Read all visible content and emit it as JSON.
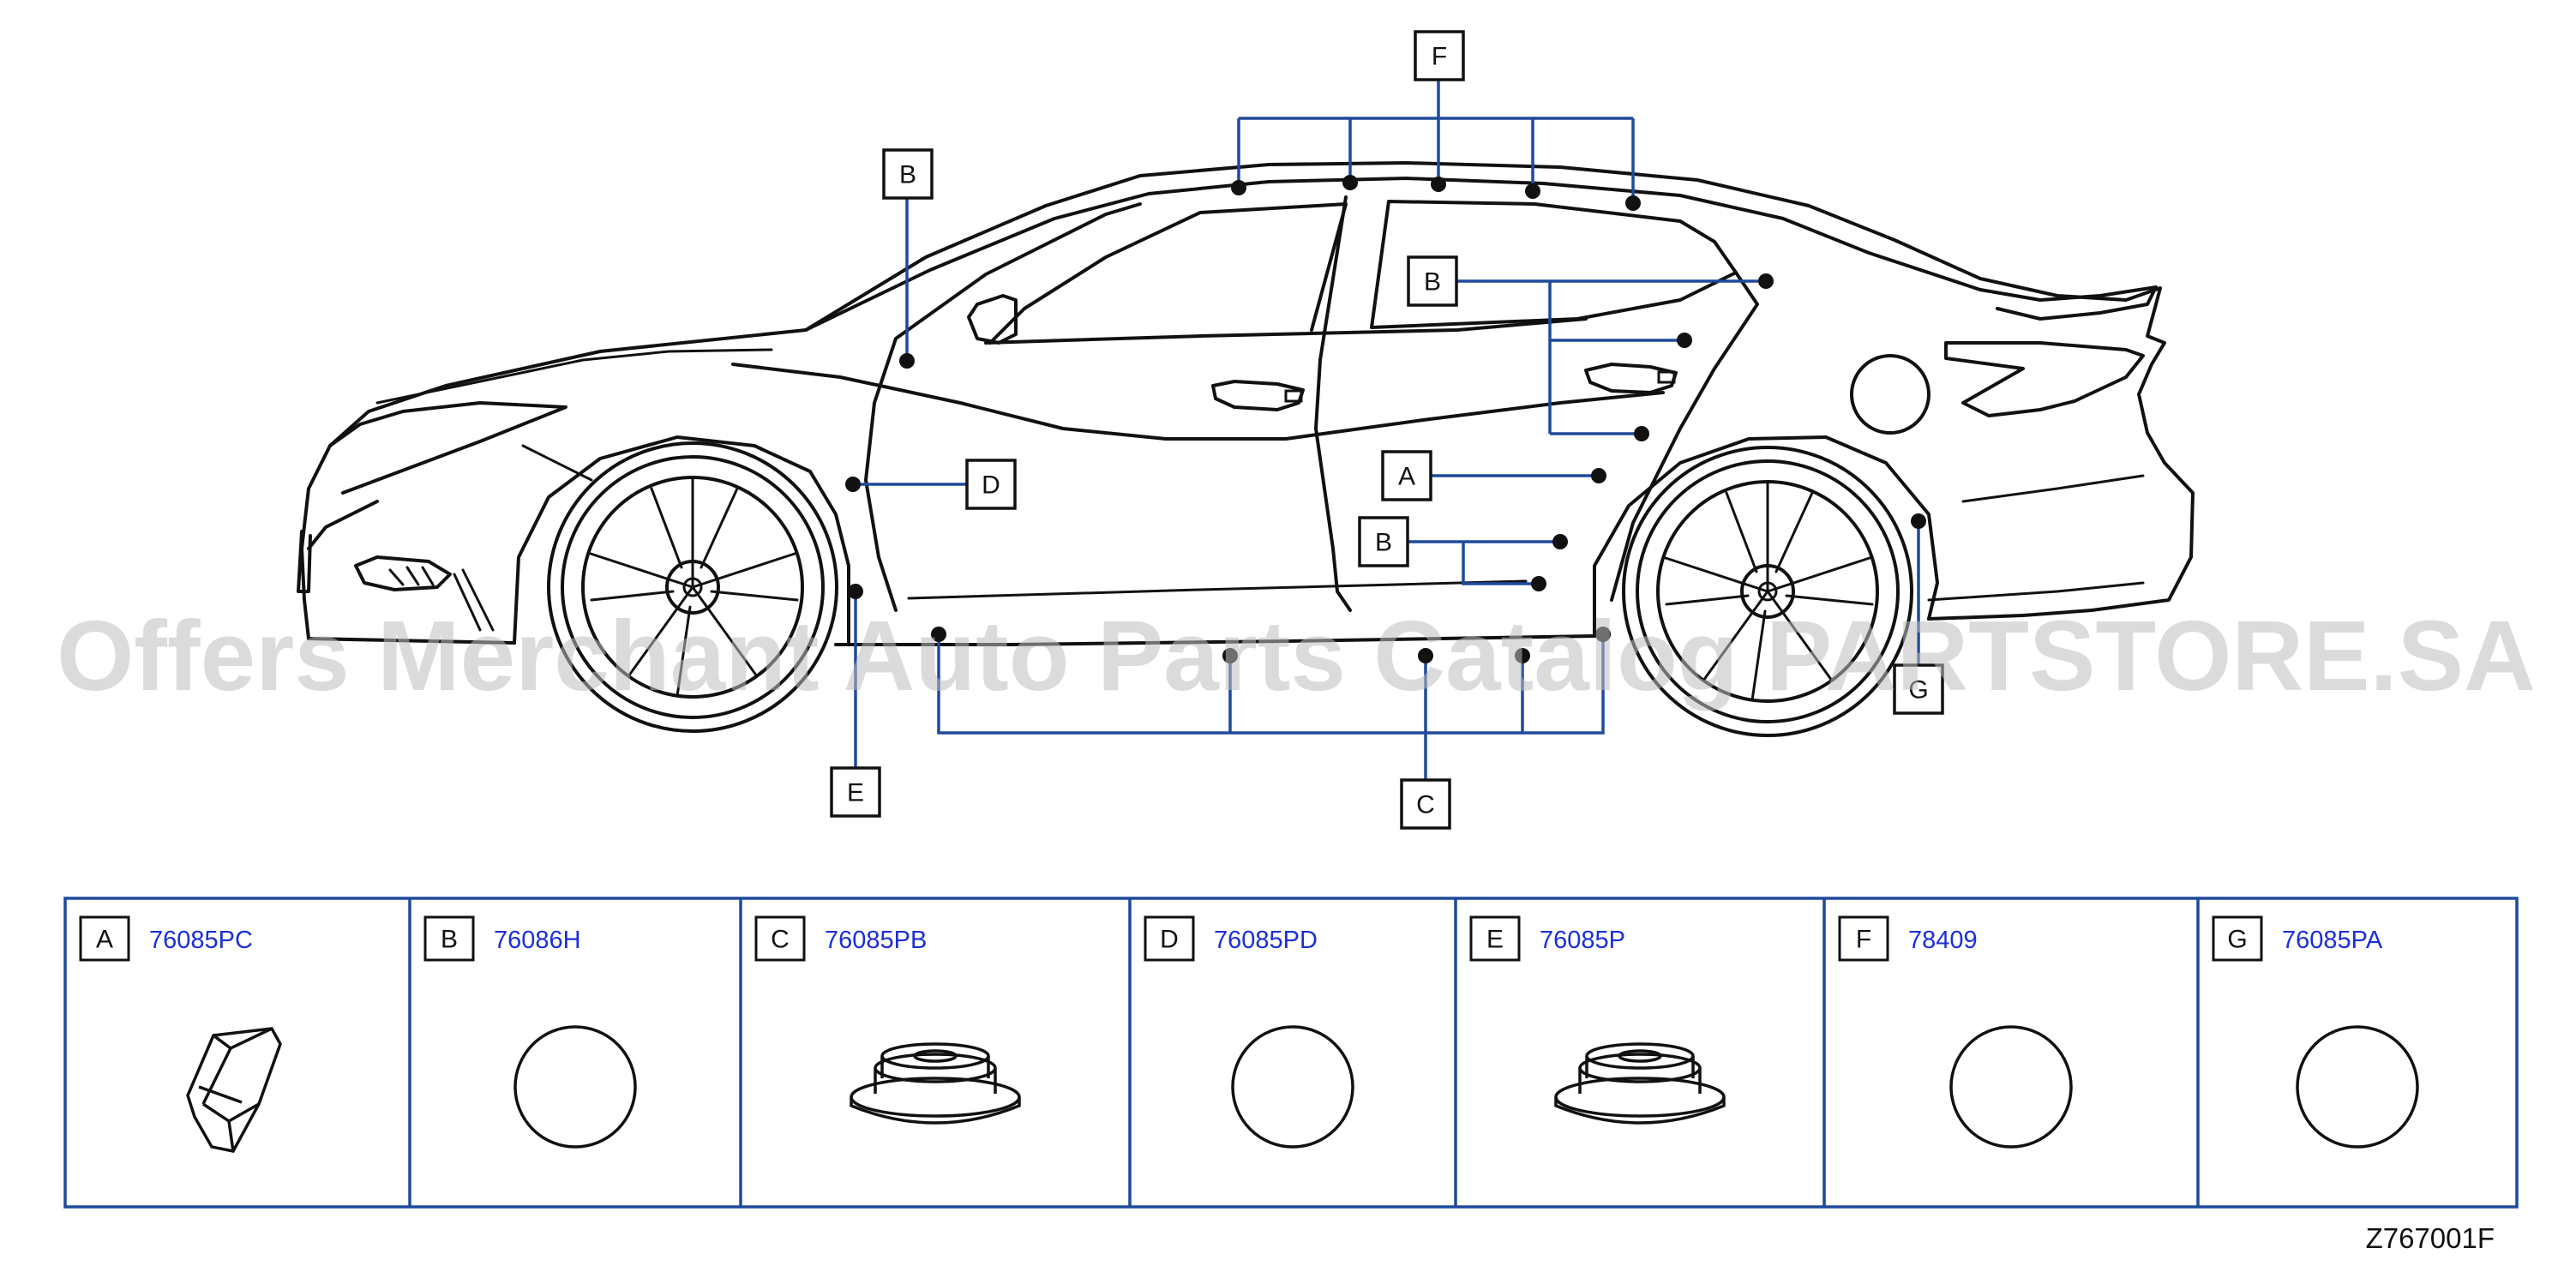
{
  "diagram": {
    "callouts": {
      "top_f": "F",
      "front_b": "B",
      "rear_b_upper": "B",
      "rear_a": "A",
      "rear_b_lower": "B",
      "front_d": "D",
      "front_e": "E",
      "sill_c": "C",
      "rear_g": "G"
    },
    "watermark": "Offers Merchant Auto Parts Catalog PARTSTORE.SA",
    "drawing_ref": "Z767001F"
  },
  "parts_table": [
    {
      "letter": "A",
      "part_number": "76085PC",
      "shape": "clip-angled"
    },
    {
      "letter": "B",
      "part_number": "76086H",
      "shape": "circle"
    },
    {
      "letter": "C",
      "part_number": "76085PB",
      "shape": "plug-stepped"
    },
    {
      "letter": "D",
      "part_number": "76085PD",
      "shape": "circle"
    },
    {
      "letter": "E",
      "part_number": "76085P",
      "shape": "plug-stepped"
    },
    {
      "letter": "F",
      "part_number": "78409",
      "shape": "circle"
    },
    {
      "letter": "G",
      "part_number": "76085PA",
      "shape": "circle"
    }
  ],
  "colors": {
    "leader_lines": "#1f4a9c",
    "part_numbers": "#1a2fd8",
    "line_art": "#111111"
  }
}
